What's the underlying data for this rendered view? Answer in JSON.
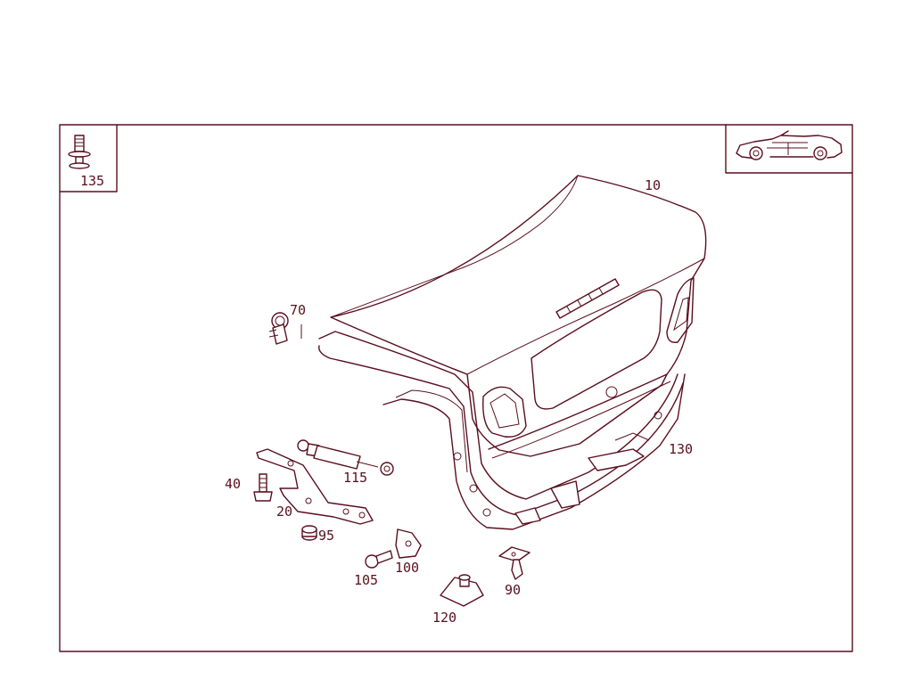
{
  "colors": {
    "line": "#5a0f1e",
    "background": "#ffffff"
  },
  "inset": {
    "part_label": "135"
  },
  "parts": {
    "p10": "10",
    "p20": "20",
    "p40": "40",
    "p70": "70",
    "p90": "90",
    "p95": "95",
    "p100": "100",
    "p105": "105",
    "p115": "115",
    "p120": "120",
    "p130": "130"
  }
}
